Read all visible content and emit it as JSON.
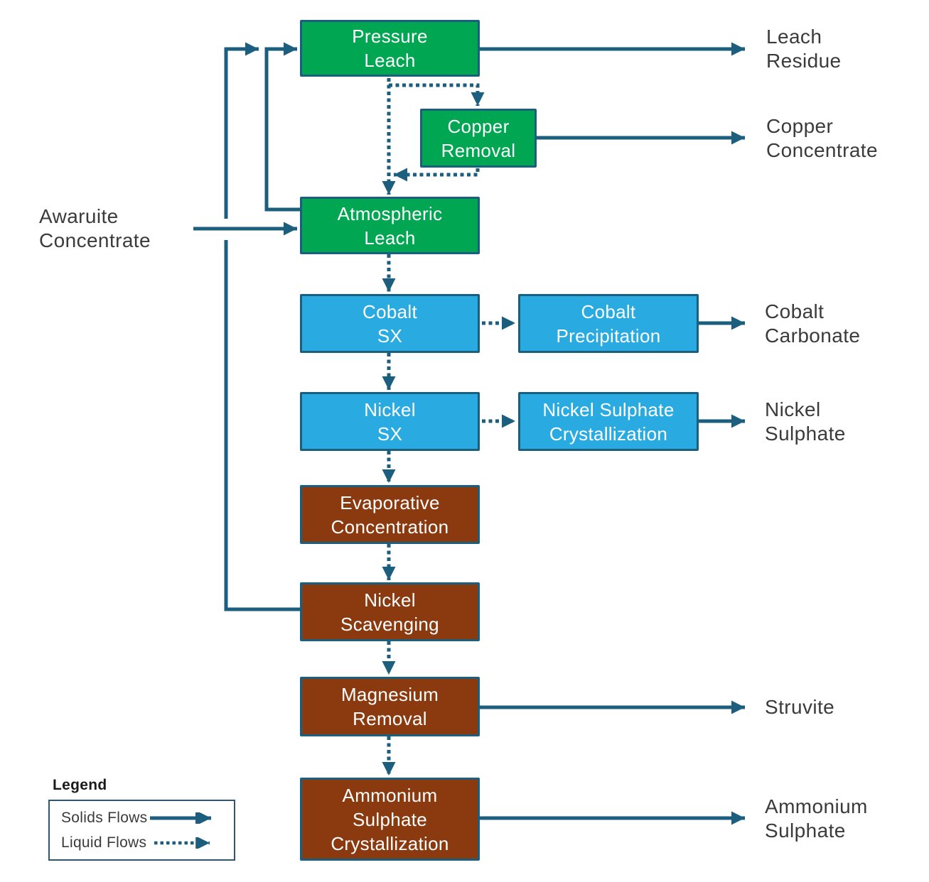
{
  "colors": {
    "green": "#00A651",
    "blue": "#29ABE2",
    "brown": "#8B3A10",
    "line": "#1C5E7E",
    "label": "#3B3B3B",
    "box_text": "#FFFFFF"
  },
  "input_label": "Awaruite\nConcentrate",
  "boxes": {
    "pressure_leach": {
      "label": "Pressure\nLeach",
      "type": "green"
    },
    "copper_removal": {
      "label": "Copper\nRemoval",
      "type": "green"
    },
    "atmospheric_leach": {
      "label": "Atmospheric\nLeach",
      "type": "green"
    },
    "cobalt_sx": {
      "label": "Cobalt\nSX",
      "type": "blue"
    },
    "cobalt_precipitation": {
      "label": "Cobalt\nPrecipitation",
      "type": "blue"
    },
    "nickel_sx": {
      "label": "Nickel\nSX",
      "type": "blue"
    },
    "nickel_sulphate_crystallization": {
      "label": "Nickel Sulphate\nCrystallization",
      "type": "blue"
    },
    "evaporative_concentration": {
      "label": "Evaporative\nConcentration",
      "type": "brown"
    },
    "nickel_scavenging": {
      "label": "Nickel\nScavenging",
      "type": "brown"
    },
    "magnesium_removal": {
      "label": "Magnesium\nRemoval",
      "type": "brown"
    },
    "ammonium_sulphate_crystallization": {
      "label": "Ammonium\nSulphate\nCrystallization",
      "type": "brown"
    }
  },
  "outputs": {
    "leach_residue": "Leach\nResidue",
    "copper_concentrate": "Copper\nConcentrate",
    "cobalt_carbonate": "Cobalt\nCarbonate",
    "nickel_sulphate": "Nickel\nSulphate",
    "struvite": "Struvite",
    "ammonium_sulphate": "Ammonium\nSulphate"
  },
  "legend": {
    "title": "Legend",
    "solids_label": "Solids Flows",
    "liquids_label": "Liquid Flows"
  }
}
